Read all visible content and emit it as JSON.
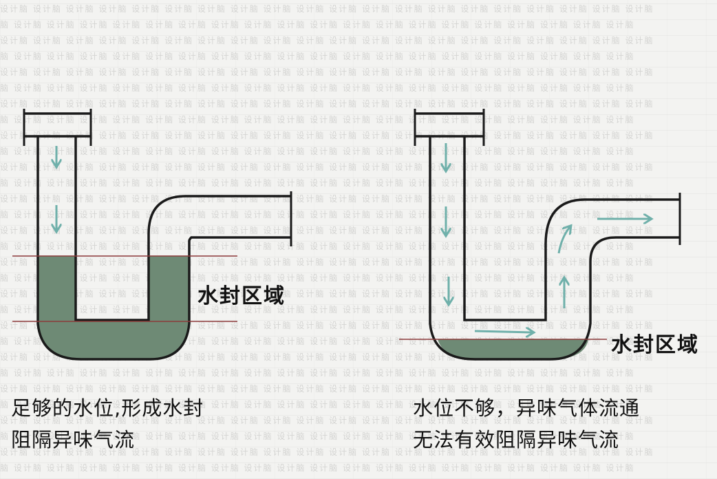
{
  "watermark": "设计脑",
  "colors": {
    "pipe_outline": "#1a1a1a",
    "pipe_fill": "#ffffff",
    "water": "#6e8a75",
    "level_line": "#8c3a3a",
    "arrow": "#6fb0aa",
    "text": "#111111"
  },
  "left_panel": {
    "seal_label": "水封区域",
    "caption_line1": "足够的水位,形成水封",
    "caption_line2": "阻隔异味气流"
  },
  "right_panel": {
    "seal_label": "水封区域",
    "caption_line1": "水位不够，异味气体流通",
    "caption_line2": "无法有效阻隔异味气流"
  }
}
